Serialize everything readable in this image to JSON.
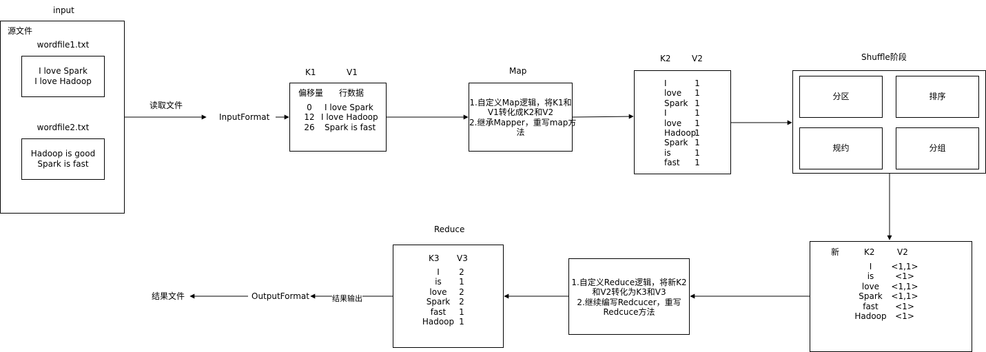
{
  "input": {
    "title": "input",
    "source_label": "源文件",
    "file1_name": "wordfile1.txt",
    "file1_lines": [
      "I love Spark",
      "I love Hadoop"
    ],
    "file2_name": "wordfile2.txt",
    "file2_lines": [
      "Hadoop is good",
      "Spark is fast"
    ]
  },
  "read_file_label": "读取文件",
  "input_format": "InputFormat",
  "kv1": {
    "k_header": "K1",
    "v_header": "V1",
    "col1_title": "偏移量",
    "col2_title": "行数据",
    "rows": [
      {
        "k": "0",
        "v": "I love Spark"
      },
      {
        "k": "12",
        "v": "I love Hadoop"
      },
      {
        "k": "26",
        "v": "Spark is fast"
      }
    ]
  },
  "map": {
    "title": "Map",
    "lines": [
      "1.自定义Map逻辑，将K1和",
      "V1转化成K2和V2",
      "2.继承Mapper，重写map方",
      "法"
    ]
  },
  "kv2": {
    "k_header": "K2",
    "v_header": "V2",
    "rows": [
      {
        "k": "I",
        "v": "1"
      },
      {
        "k": "love",
        "v": "1"
      },
      {
        "k": "Spark",
        "v": "1"
      },
      {
        "k": "I",
        "v": "1"
      },
      {
        "k": "love",
        "v": "1"
      },
      {
        "k": "Hadoop",
        "v": "1"
      },
      {
        "k": "Spark",
        "v": "1"
      },
      {
        "k": "is",
        "v": "1"
      },
      {
        "k": "fast",
        "v": "1"
      }
    ]
  },
  "shuffle": {
    "title": "Shuffle阶段",
    "partition": "分区",
    "sort": "排序",
    "combine": "规约",
    "group": "分组"
  },
  "new_kv2": {
    "new_label": "新",
    "k_header": "K2",
    "v_header": "V2",
    "rows": [
      {
        "k": "I",
        "v": "<1,1>"
      },
      {
        "k": "is",
        "v": "<1>"
      },
      {
        "k": "love",
        "v": "<1,1>"
      },
      {
        "k": "Spark",
        "v": "<1,1>"
      },
      {
        "k": "fast",
        "v": "<1>"
      },
      {
        "k": "Hadoop",
        "v": "<1>"
      }
    ]
  },
  "reduce_logic": {
    "lines": [
      "1.自定义Reduce逻辑，将新K2",
      "和V2转化为K3和V3",
      "2.继续编写Redcucer，重写",
      "Redcuce方法"
    ]
  },
  "kv3": {
    "title": "Reduce",
    "k_header": "K3",
    "v_header": "V3",
    "rows": [
      {
        "k": "I",
        "v": "2"
      },
      {
        "k": "is",
        "v": "1"
      },
      {
        "k": "love",
        "v": "2"
      },
      {
        "k": "Spark",
        "v": "2"
      },
      {
        "k": "fast",
        "v": "1"
      },
      {
        "k": "Hadoop",
        "v": "1"
      }
    ]
  },
  "output_label": "结果输出",
  "output_format": "OutputFormat",
  "result_file": "结果文件"
}
